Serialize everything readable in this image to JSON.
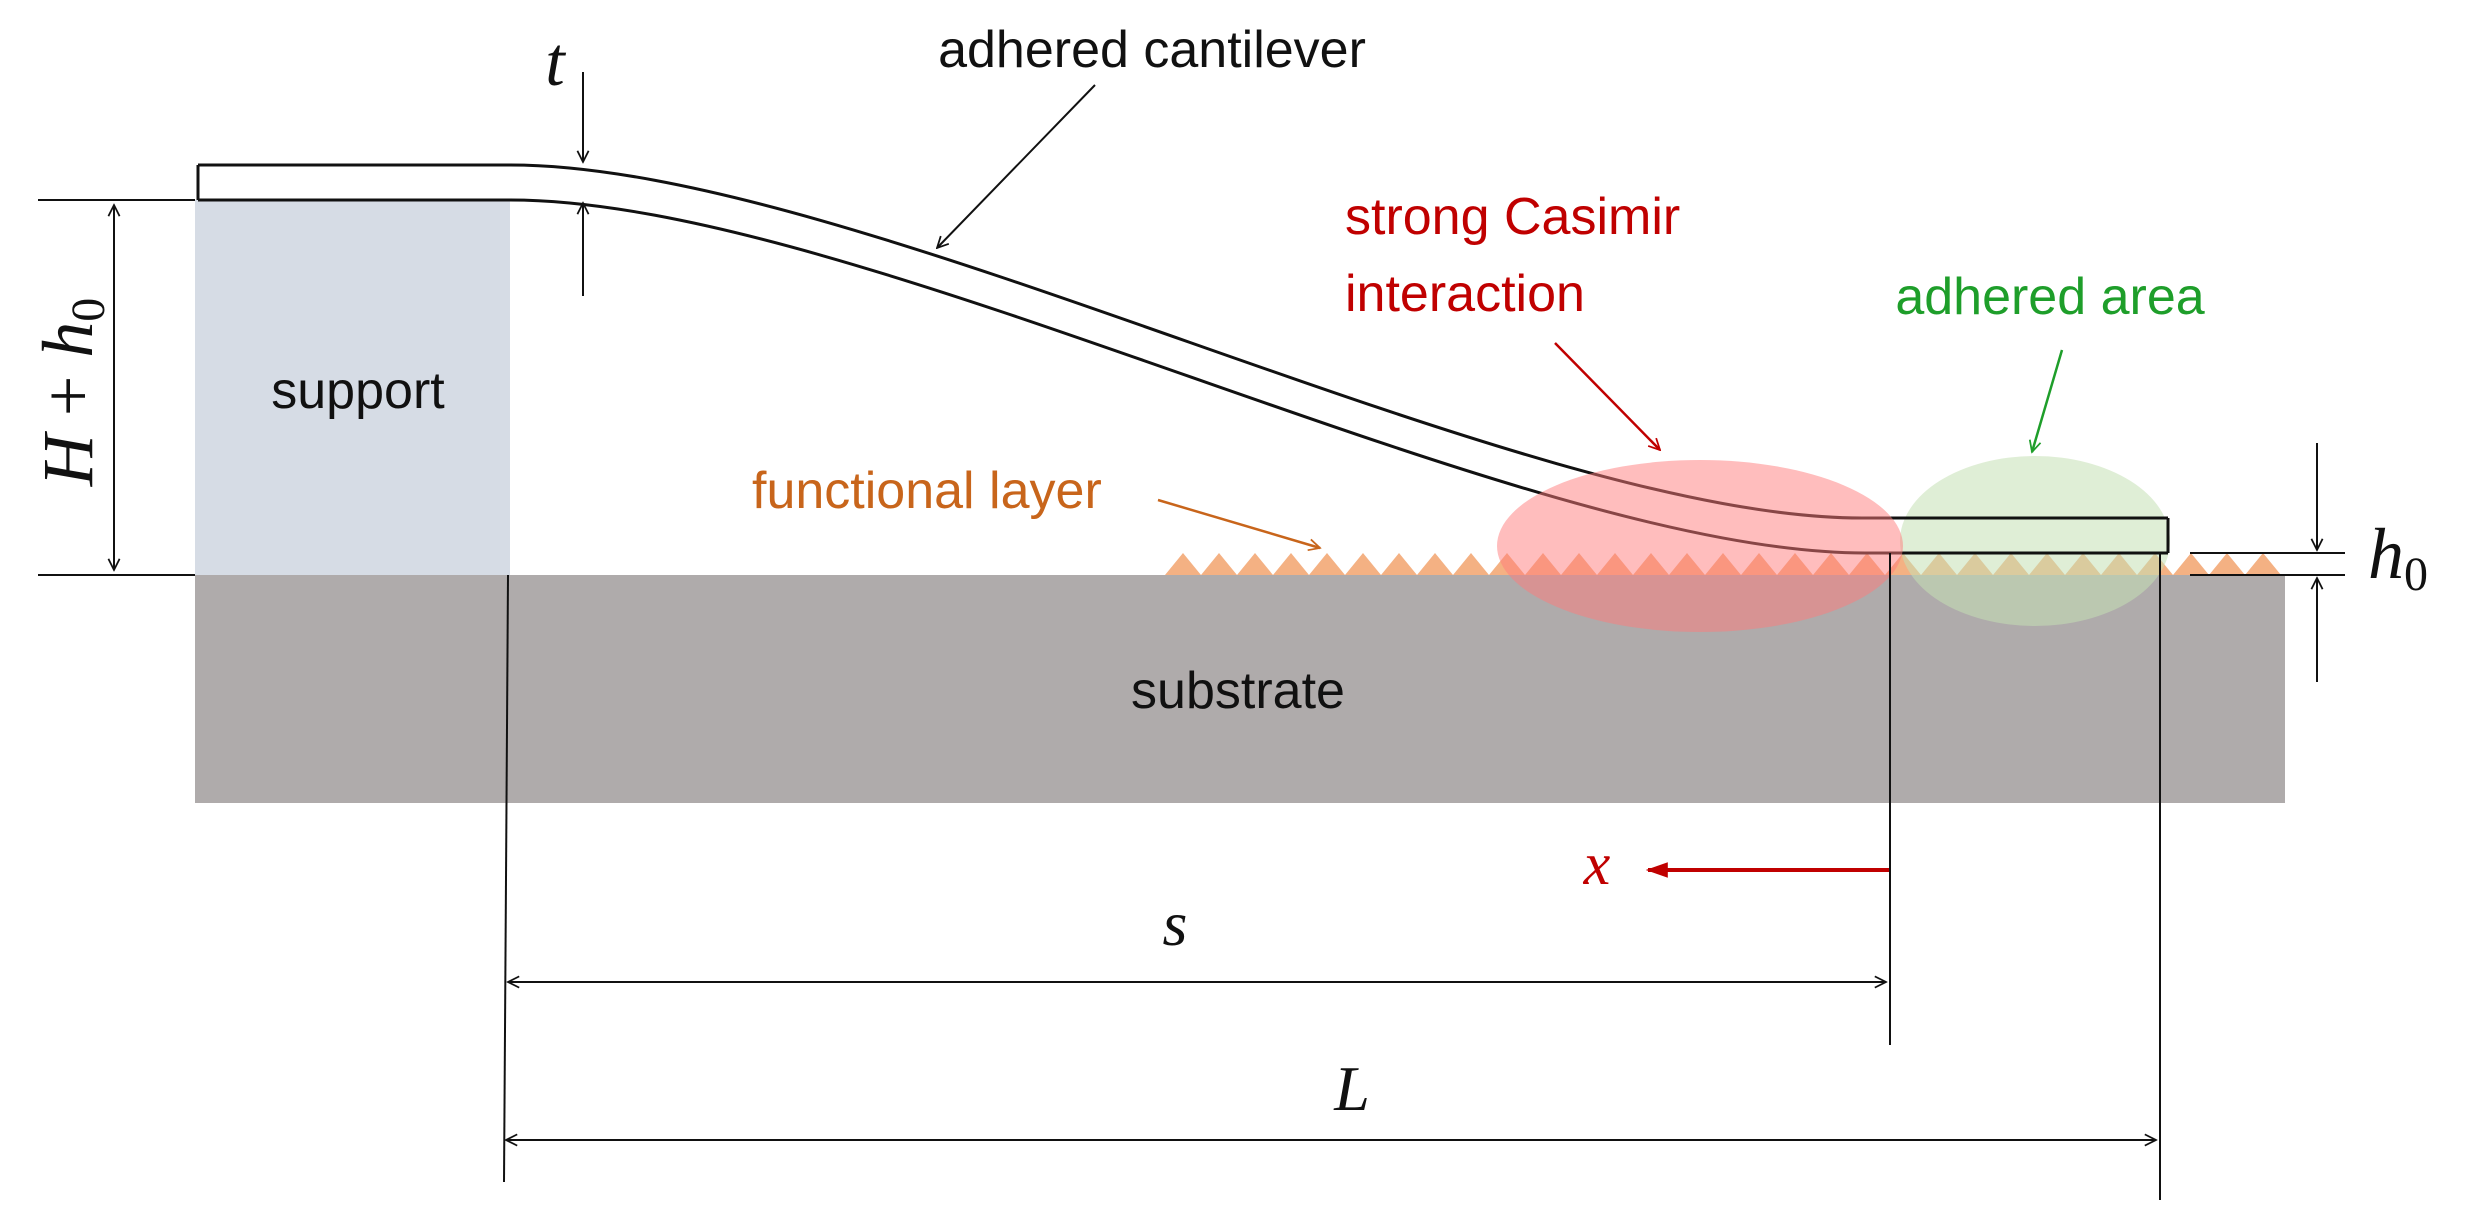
{
  "labels": {
    "cantilever": "adhered cantilever",
    "casimir_line1": "strong Casimir",
    "casimir_line2": "interaction",
    "adhered_area": "adhered area",
    "functional_layer": "functional layer",
    "support": "support",
    "substrate": "substrate"
  },
  "symbols": {
    "t": "t",
    "height_H": "H",
    "height_plus": " + ",
    "height_h": "h",
    "height_sub": "0",
    "h0_h": "h",
    "h0_sub": "0",
    "x": "x",
    "s": "s",
    "L": "L"
  },
  "colors": {
    "support_fill": "#D6DCE5",
    "substrate_fill": "#AFABAB",
    "functional_layer": "#F4B183",
    "casimir_region": "#FF9999",
    "adhered_region": "#C5E0B4",
    "annotation_red": "#C00000",
    "annotation_green": "#1E9E2A",
    "annotation_orange": "#C8651B"
  }
}
